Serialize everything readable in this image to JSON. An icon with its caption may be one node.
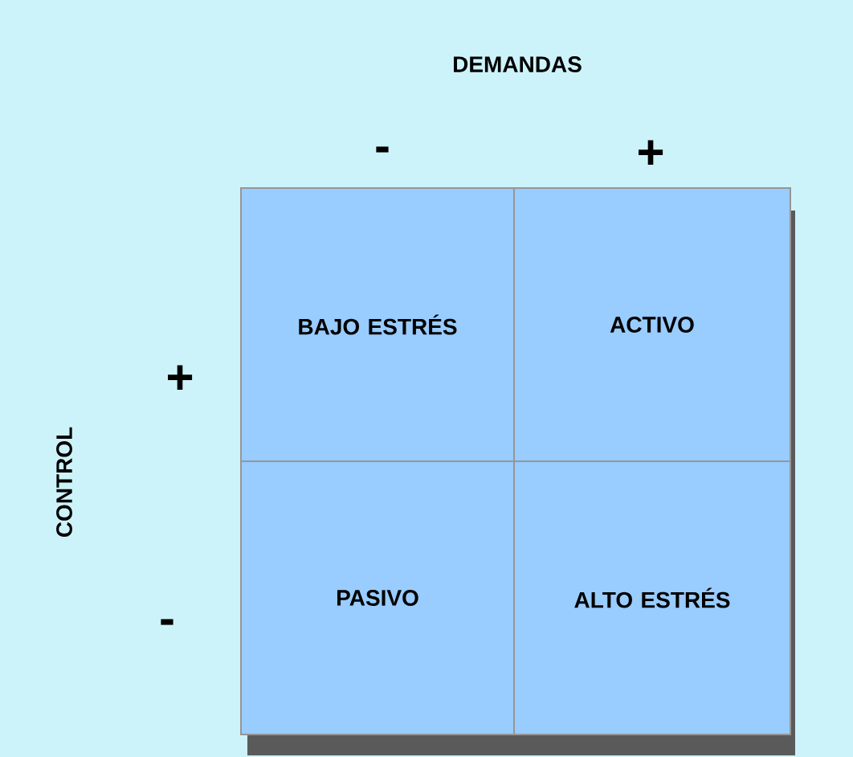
{
  "diagram": {
    "nodes": [
      {
        "text": [
          "BAJO ESTRÉS"
        ]
      },
      {
        "text": [
          "ACTIVO"
        ]
      },
      {
        "text": [
          "PASIVO"
        ]
      },
      {
        "text": [
          "ALTO ESTRÉS"
        ]
      }
    ],
    "labels": [
      "DEMANDAS",
      "-",
      "+",
      "+",
      "CONTROL",
      "-"
    ]
  }
}
